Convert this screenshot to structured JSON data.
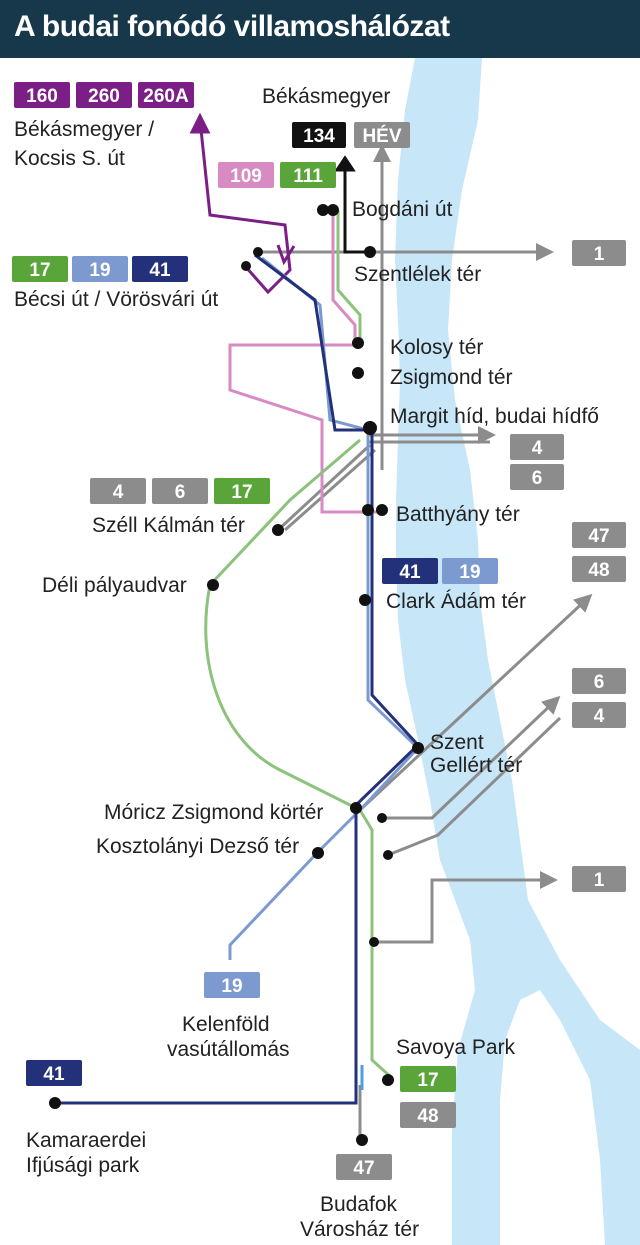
{
  "title": "A budai fonódó villamoshálózat",
  "colors": {
    "header": "#16384a",
    "river": "#c7e6f7",
    "purple": "#7b1f86",
    "pink": "#d88ac2",
    "green": "#5aa53a",
    "light_green": "#8cc27c",
    "light_blue": "#7c9ad0",
    "navy": "#23307a",
    "gray": "#8c8c8c",
    "black": "#111111"
  },
  "badges": [
    {
      "id": "b160",
      "label": "160",
      "color": "purple"
    },
    {
      "id": "b260",
      "label": "260",
      "color": "purple"
    },
    {
      "id": "b260A",
      "label": "260A",
      "color": "purple"
    },
    {
      "id": "b134",
      "label": "134",
      "color": "black"
    },
    {
      "id": "bHEV",
      "label": "HÉV",
      "color": "gray"
    },
    {
      "id": "b109",
      "label": "109",
      "color": "pink"
    },
    {
      "id": "b111",
      "label": "111",
      "color": "green"
    },
    {
      "id": "b1top",
      "label": "1",
      "color": "gray"
    },
    {
      "id": "b17a",
      "label": "17",
      "color": "green"
    },
    {
      "id": "b19a",
      "label": "19",
      "color": "light_blue"
    },
    {
      "id": "b41a",
      "label": "41",
      "color": "navy"
    },
    {
      "id": "b4a",
      "label": "4",
      "color": "gray"
    },
    {
      "id": "b6a",
      "label": "6",
      "color": "gray"
    },
    {
      "id": "b4b",
      "label": "4",
      "color": "gray"
    },
    {
      "id": "b6b",
      "label": "6",
      "color": "gray"
    },
    {
      "id": "b17b",
      "label": "17",
      "color": "green"
    },
    {
      "id": "b47a",
      "label": "47",
      "color": "gray"
    },
    {
      "id": "b48a",
      "label": "48",
      "color": "gray"
    },
    {
      "id": "b41b",
      "label": "41",
      "color": "navy"
    },
    {
      "id": "b19b",
      "label": "19",
      "color": "light_blue"
    },
    {
      "id": "b6c",
      "label": "6",
      "color": "gray"
    },
    {
      "id": "b4c",
      "label": "4",
      "color": "gray"
    },
    {
      "id": "b1bot",
      "label": "1",
      "color": "gray"
    },
    {
      "id": "b19c",
      "label": "19",
      "color": "light_blue"
    },
    {
      "id": "b41c",
      "label": "41",
      "color": "navy"
    },
    {
      "id": "b17c",
      "label": "17",
      "color": "green"
    },
    {
      "id": "b48b",
      "label": "48",
      "color": "gray"
    },
    {
      "id": "b47b",
      "label": "47",
      "color": "gray"
    }
  ],
  "labels": [
    {
      "id": "l_bekas_kocsis_1",
      "text": "Békásmegyer /"
    },
    {
      "id": "l_bekas_kocsis_2",
      "text": "Kocsis S. út"
    },
    {
      "id": "l_bekasmegyer",
      "text": "Békásmegyer"
    },
    {
      "id": "l_bogdani",
      "text": "Bogdáni út"
    },
    {
      "id": "l_szentlelek",
      "text": "Szentlélek tér"
    },
    {
      "id": "l_becsi",
      "text": "Bécsi út / Vörösvári út"
    },
    {
      "id": "l_kolosy",
      "text": "Kolosy tér"
    },
    {
      "id": "l_zsigmond",
      "text": "Zsigmond tér"
    },
    {
      "id": "l_margit",
      "text": "Margit híd, budai hídfő"
    },
    {
      "id": "l_szell",
      "text": "Széll Kálmán tér"
    },
    {
      "id": "l_batthyany",
      "text": "Batthyány tér"
    },
    {
      "id": "l_deli",
      "text": "Déli pályaudvar"
    },
    {
      "id": "l_clark",
      "text": "Clark Ádám tér"
    },
    {
      "id": "l_gellert_1",
      "text": "Szent"
    },
    {
      "id": "l_gellert_2",
      "text": "Gellért tér"
    },
    {
      "id": "l_moricz",
      "text": "Móricz Zsigmond körtér"
    },
    {
      "id": "l_kosztolanyi",
      "text": "Kosztolányi Dezső tér"
    },
    {
      "id": "l_kelenfold_1",
      "text": "Kelenföld"
    },
    {
      "id": "l_kelenfold_2",
      "text": "vasútállomás"
    },
    {
      "id": "l_savoya",
      "text": "Savoya Park"
    },
    {
      "id": "l_kamara_1",
      "text": "Kamaraerdei"
    },
    {
      "id": "l_kamara_2",
      "text": "Ifjúsági park"
    },
    {
      "id": "l_budafok_1",
      "text": "Budafok"
    },
    {
      "id": "l_budafok_2",
      "text": "Városház tér"
    }
  ]
}
